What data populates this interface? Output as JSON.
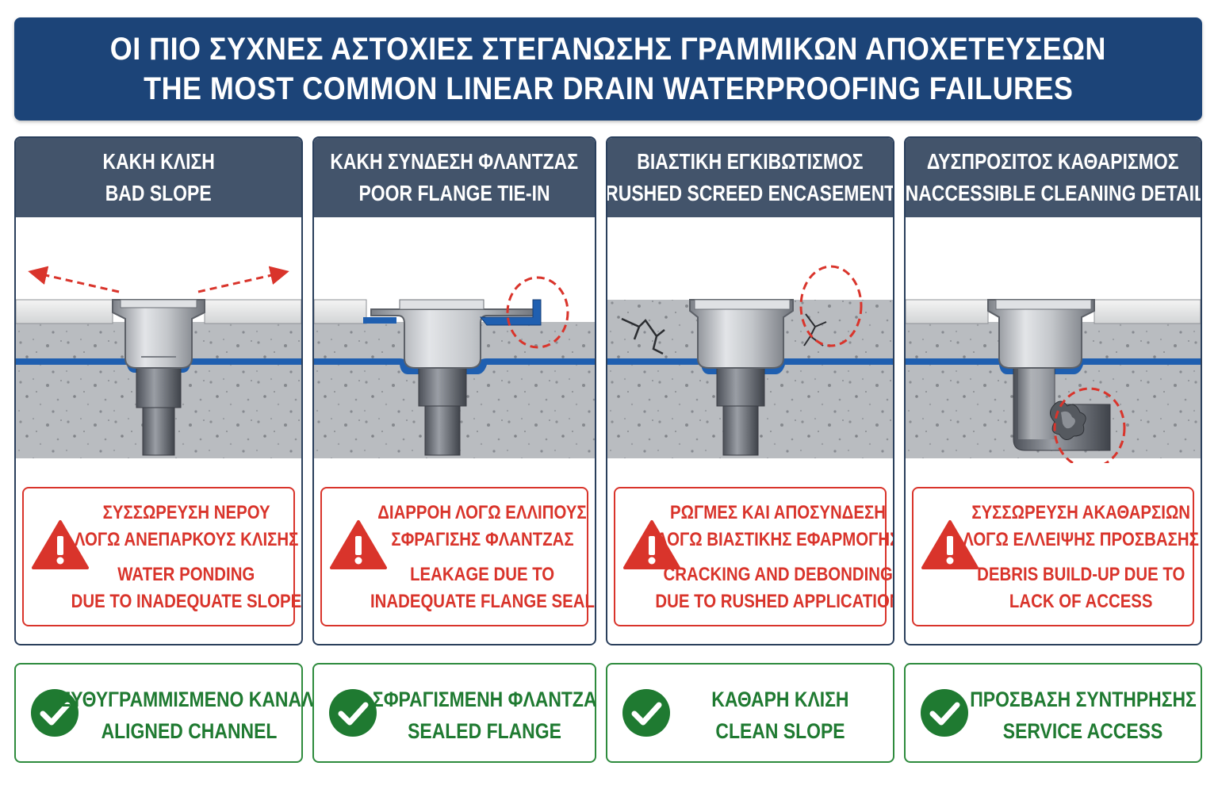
{
  "title": {
    "greek": "ΟΙ ΠΙΟ ΣΥΧΝΕΣ ΑΣΤΟΧΙΕΣ ΣΤΕΓΑΝΩΣΗΣ ΓΡΑΜΜΙΚΩΝ ΑΠΟΧΕΤΕΥΣΕΩΝ",
    "english": "THE MOST COMMON LINEAR DRAIN WATERPROOFING FAILURES"
  },
  "colors": {
    "banner": "#1c4478",
    "panel_header": "#43546b",
    "warning_red": "#d9342b",
    "success_green": "#2e8b3d",
    "membrane_blue": "#1f5fb0",
    "concrete": "#b9bcc0"
  },
  "panels": [
    {
      "header_greek": "ΚΑΚΗ ΚΛΙΣΗ",
      "header_english": "BAD SLOPE",
      "warning_greek_1": "ΣΥΣΣΩΡΕΥΣΗ ΝΕΡΟΥ",
      "warning_greek_2": "ΛΟΓΩ ΑΝΕΠΑΡΚΟΥΣ ΚΛΙΣΗΣ",
      "warning_english_1": "WATER PONDING",
      "warning_english_2": "DUE TO INADEQUATE SLOPE",
      "fix_greek": "ΕΥΘΥΓΡΑΜΜΙΣΜΕΝΟ ΚΑΝΑΛΙ",
      "fix_english": "ALIGNED CHANNEL",
      "warning_icon": "warning-triangle-icon",
      "fix_icon": "check-circle-icon"
    },
    {
      "header_greek": "ΚΑΚΗ ΣΥΝΔΕΣΗ ΦΛΑΝΤΖΑΣ",
      "header_english": "POOR FLANGE TIE-IN",
      "warning_greek_1": "ΔΙΑΡΡΟΗ ΛΟΓΩ ΕΛΛΙΠΟΥΣ",
      "warning_greek_2": "ΣΦΡΑΓΙΣΗΣ ΦΛΑΝΤΖΑΣ",
      "warning_english_1": "LEAKAGE DUE TO",
      "warning_english_2": "INADEQUATE FLANGE SEAL",
      "fix_greek": "ΣΦΡΑΓΙΣΜΕΝΗ ΦΛΑΝΤΖΑ",
      "fix_english": "SEALED FLANGE",
      "warning_icon": "warning-triangle-icon",
      "fix_icon": "check-circle-icon"
    },
    {
      "header_greek": "ΒΙΑΣΤΙΚΗ ΕΓΚΙΒΩΤΙΣΜΟΣ",
      "header_english": "RUSHED SCREED ENCASEMENT",
      "warning_greek_1": "ΡΩΓΜΕΣ ΚΑΙ ΑΠΟΣΥΝΔΕΣΗ",
      "warning_greek_2": "ΛΟΓΩ ΒΙΑΣΤΙΚΗΣ ΕΦΑΡΜΟΓΗΣ",
      "warning_english_1": "CRACKING AND DEBONDING",
      "warning_english_2": "DUE TO RUSHED APPLICATION",
      "fix_greek": "ΚΑΘΑΡΗ ΚΛΙΣΗ",
      "fix_english": "CLEAN SLOPE",
      "warning_icon": "warning-triangle-icon",
      "fix_icon": "check-circle-icon"
    },
    {
      "header_greek": "ΔΥΣΠΡΟΣΙΤΟΣ ΚΑΘΑΡΙΣΜΟΣ",
      "header_english": "INACCESSIBLE CLEANING DETAIL",
      "warning_greek_1": "ΣΥΣΣΩΡΕΥΣΗ ΑΚΑΘΑΡΣΙΩΝ",
      "warning_greek_2": "ΛΟΓΩ ΕΛΛΕΙΨΗΣ ΠΡΟΣΒΑΣΗΣ",
      "warning_english_1": "DEBRIS BUILD-UP DUE TO",
      "warning_english_2": "LACK OF ACCESS",
      "fix_greek": "ΠΡΟΣΒΑΣΗ ΣΥΝΤΗΡΗΣΗΣ",
      "fix_english": "SERVICE ACCESS",
      "warning_icon": "warning-triangle-icon",
      "fix_icon": "check-circle-icon"
    }
  ]
}
